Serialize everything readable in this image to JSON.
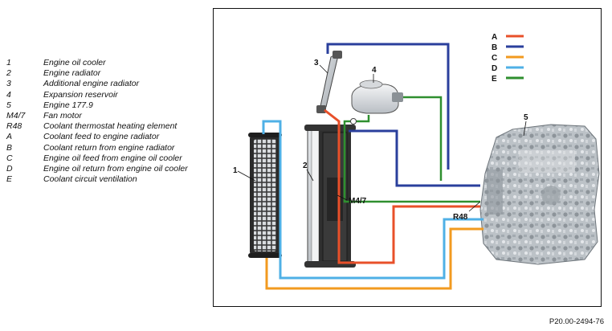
{
  "legend": {
    "items": [
      {
        "key": "1",
        "text": "Engine oil cooler"
      },
      {
        "key": "2",
        "text": "Engine radiator"
      },
      {
        "key": "3",
        "text": "Additional engine radiator"
      },
      {
        "key": "4",
        "text": "Expansion reservoir"
      },
      {
        "key": "5",
        "text": "Engine 177.9"
      },
      {
        "key": "M4/7",
        "text": "Fan motor"
      },
      {
        "key": "R48",
        "text": "Coolant thermostat heating element"
      },
      {
        "key": "A",
        "text": "Coolant feed to engine radiator"
      },
      {
        "key": "B",
        "text": "Coolant return from engine radiator"
      },
      {
        "key": "C",
        "text": "Engine oil feed from engine oil cooler"
      },
      {
        "key": "D",
        "text": "Engine oil return from engine oil cooler"
      },
      {
        "key": "E",
        "text": "Coolant circuit ventilation"
      }
    ]
  },
  "diagram": {
    "callouts": {
      "c1": "1",
      "c2": "2",
      "c3": "3",
      "c4": "4",
      "c5": "5",
      "m47": "M4/7",
      "r48": "R48"
    },
    "line_key": [
      {
        "letter": "A",
        "color": "#e8502a"
      },
      {
        "letter": "B",
        "color": "#2a3f9c"
      },
      {
        "letter": "C",
        "color": "#f29a1f"
      },
      {
        "letter": "D",
        "color": "#4fb0e6"
      },
      {
        "letter": "E",
        "color": "#2f8f2f"
      }
    ]
  },
  "footer": {
    "doc_id": "P20.00-2494-76"
  }
}
